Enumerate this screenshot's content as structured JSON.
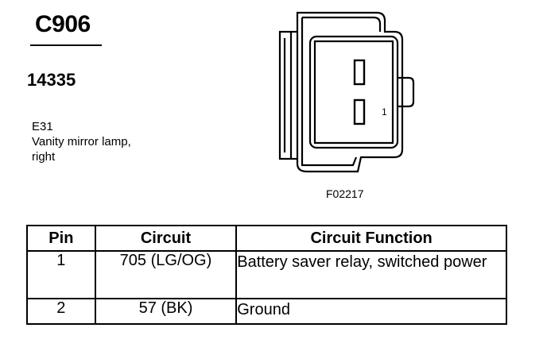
{
  "header": {
    "connector_id": "C906",
    "part_number": "14335",
    "location_code": "E31",
    "location_lines": [
      "Vanity mirror lamp,",
      "right"
    ]
  },
  "diagram": {
    "pin_label": "1",
    "figure_code": "F02217"
  },
  "table": {
    "columns": [
      "Pin",
      "Circuit",
      "Circuit Function"
    ],
    "rows": [
      {
        "pin": "1",
        "circuit": "705 (LG/OG)",
        "function": "Battery saver relay, switched power"
      },
      {
        "pin": "2",
        "circuit": "57 (BK)",
        "function": "Ground"
      }
    ]
  }
}
